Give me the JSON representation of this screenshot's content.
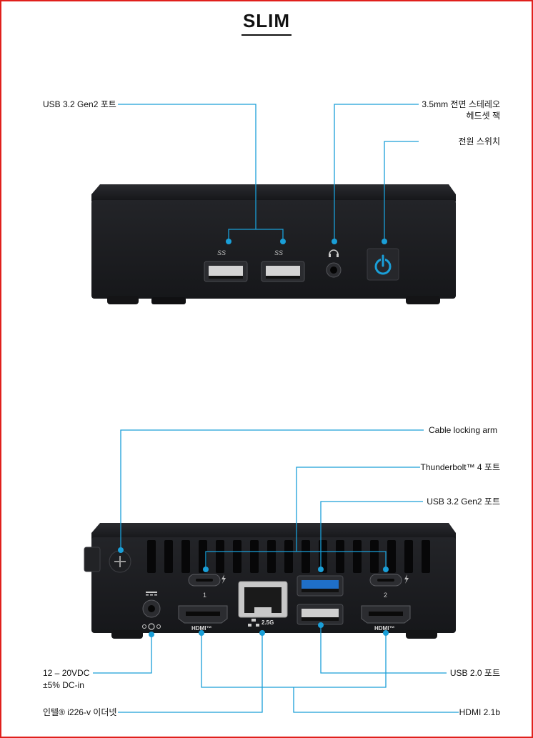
{
  "title": "SLIM",
  "front": {
    "usb_label": "USB 3.2 Gen2 포트",
    "audio_label_line1": "3.5mm 전면 스테레오",
    "audio_label_line2": "헤드셋 잭",
    "power_label": "전원 스위치",
    "usb_badge_1": "SS",
    "usb_badge_2": "SS"
  },
  "rear": {
    "cable_lock_label": "Cable locking arm",
    "thunderbolt_label": "Thunderbolt™ 4 포트",
    "usb32_label": "USB 3.2 Gen2 포트",
    "dc_label_line1": "12 – 20VDC",
    "dc_label_line2": "±5% DC-in",
    "usb20_label": "USB 2.0 포트",
    "ethernet_label": "인텔® i226-v 이더넷",
    "hdmi_label": "HDMI 2.1b",
    "tb_port1_num": "1",
    "tb_port2_num": "2",
    "lan_speed": "2.5G",
    "hdmi_mark_1": "HDMI™",
    "hdmi_mark_2": "HDMI™"
  },
  "colors": {
    "accent": "#1a9fd8",
    "frame": "#e0201c",
    "device": "#1b1c1f"
  }
}
